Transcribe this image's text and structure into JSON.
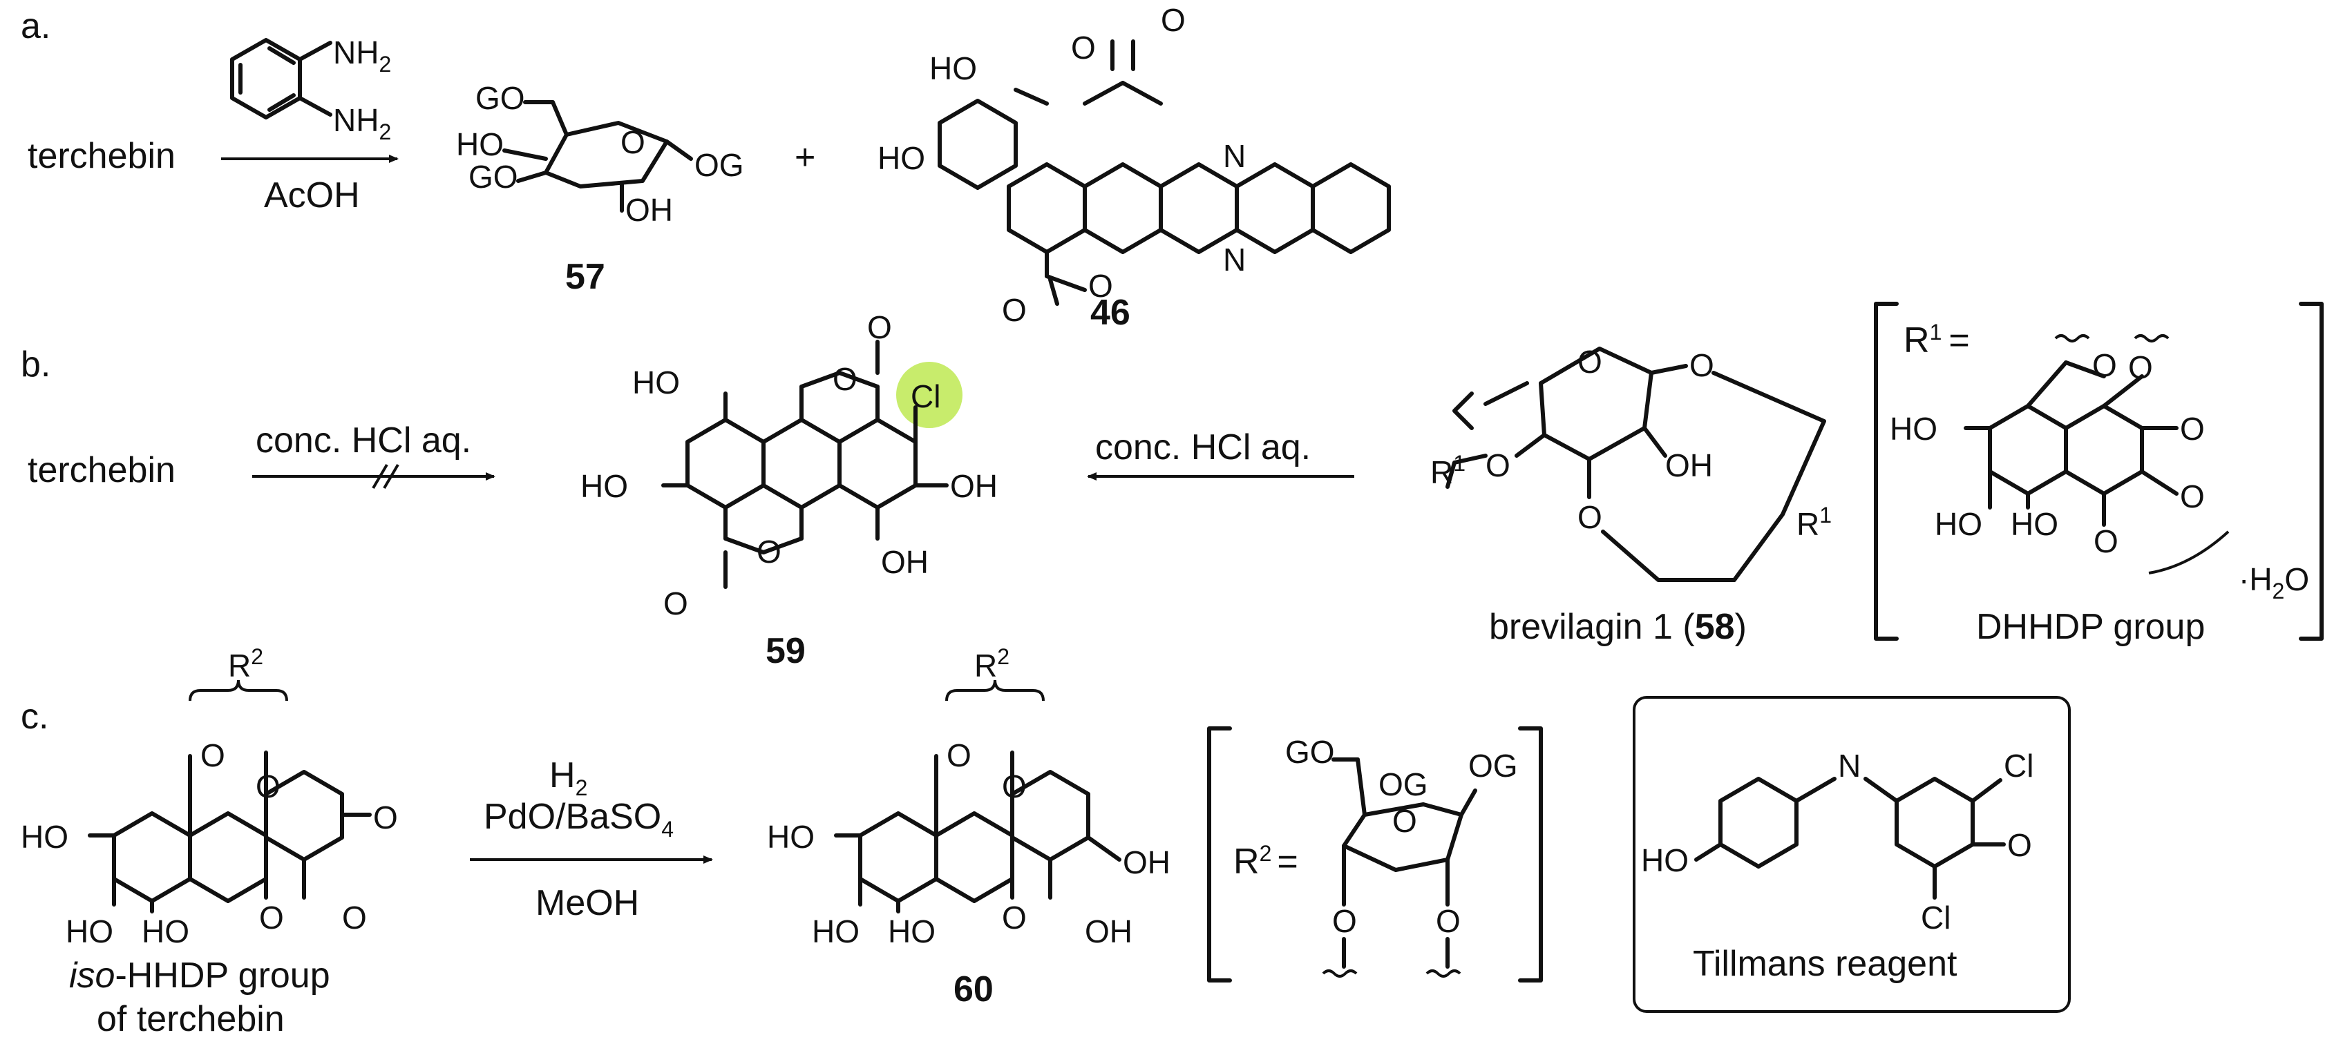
{
  "panel_labels": {
    "a": "a.",
    "b": "b.",
    "c": "c."
  },
  "reagent_names": {
    "terchebin": "terchebin",
    "tillmans": "Tillmans reagent"
  },
  "conditions": {
    "a_acid": "AcOH",
    "b_hcl_top": "conc. HCl aq.",
    "b_hcl_right": "conc. HCl aq.",
    "c_h2": "H",
    "c_h2_sub": "2",
    "c_cat": "PdO/BaSO",
    "c_cat_sub": "4",
    "c_solvent": "MeOH"
  },
  "compounds": {
    "c57": "57",
    "c46": "46",
    "c59": "59",
    "c60": "60",
    "c58_name": "brevilagin 1 (",
    "c58_num": "58",
    "c58_close": ")"
  },
  "groups": {
    "OH": "OH",
    "HO": "HO",
    "GO": "GO",
    "OG": "OG",
    "O": "O",
    "N": "N",
    "NH": "NH",
    "NH_sub": "2",
    "Cl": "Cl",
    "R": "R",
    "R1_sup": "1",
    "R2_sup": "2",
    "eq": "=",
    "dhhdp": "DHHDP group",
    "water_dot": "·H",
    "water_sub": "2",
    "water_o": "O",
    "iso_prefix": "iso",
    "iso_rest": "-HHDP group",
    "of_terchebin": "of terchebin",
    "plus": "+"
  },
  "colors": {
    "highlight": "#c8ec6c",
    "ink": "#111111"
  }
}
